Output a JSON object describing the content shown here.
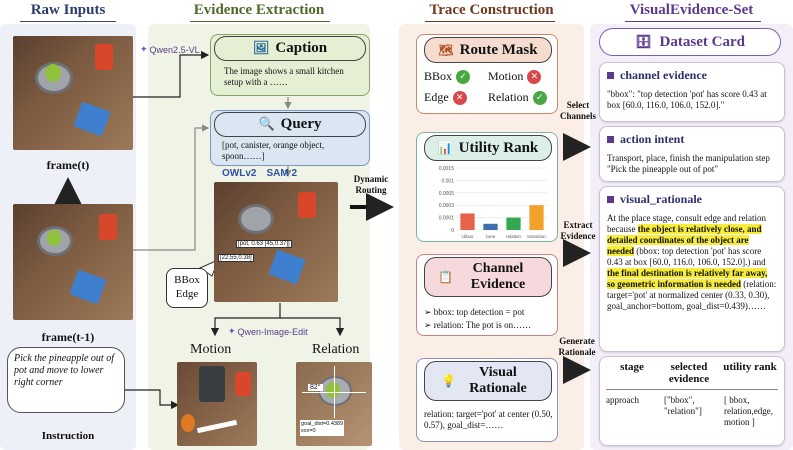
{
  "columns": {
    "raw": "Raw Inputs",
    "evidence": "Evidence Extraction",
    "trace": "Trace Construction",
    "visual": "VisualEvidence-Set"
  },
  "raw": {
    "frame_t": "frame(t)",
    "frame_t1": "frame(t-1)",
    "instruction_text": "Pick the pineapple out of pot and move to lower right corner",
    "instruction_label": "Instruction"
  },
  "evidence": {
    "qwen_vl": "Qwen2.5-VL",
    "caption_title": "Caption",
    "caption_text": "The image shows a small kitchen setup with a ……",
    "query_title": "Query",
    "query_text": "[pot, canister, orange object, spoon……]",
    "owl": "OWLv2",
    "sam": "SAM 2",
    "bbox_edge": "BBox Edge",
    "bbox_tag1": "[pot, 0.63 [45,0.37]]",
    "bbox_tag2": "[22,55,0.38]",
    "qwen_edit": "Qwen-Image-Edit",
    "motion": "Motion",
    "relation": "Relation",
    "angle": "82°",
    "goal": "goal_dist=0.4389",
    "goal2": "xxx=0"
  },
  "arrows": {
    "dynamic": "Dynamic Routing",
    "select": "Select Channels",
    "extract": "Extract Evidence",
    "generate": "Generate Rationale"
  },
  "trace": {
    "route_title": "Route Mask",
    "route_items": [
      {
        "label": "BBox",
        "state": "on"
      },
      {
        "label": "Motion",
        "state": "off"
      },
      {
        "label": "Edge",
        "state": "off"
      },
      {
        "label": "Relation",
        "state": "on"
      }
    ],
    "utility_title": "Utility Rank",
    "channel_title": "Channel Evidence",
    "channel_lines": [
      "bbox: top detection = pot",
      "relation: The pot is on……"
    ],
    "rationale_title": "Visual Rationale",
    "rationale_text": "relation: target='pot' at center (0.50, 0.57), goal_dist=……"
  },
  "chart_data": {
    "type": "bar",
    "categories": [
      "ckbox",
      "zone",
      "relation",
      "transition"
    ],
    "values": [
      0.0004,
      0.00015,
      0.0003,
      0.0006
    ],
    "colors": [
      "#e8614a",
      "#3e6fb0",
      "#33a852",
      "#f2a12a"
    ],
    "ylim": [
      0,
      0.0015
    ],
    "yticks": [
      "0.0015",
      "0.001",
      "0.0005",
      "0.0003",
      "0.0001",
      "0"
    ]
  },
  "visual": {
    "dataset_title": "Dataset Card",
    "channel_hdr": "channel evidence",
    "channel_text": "\"bbox\": \"top detection 'pot' has score 0.43 at box [60.0, 116.0, 106.0, 152.0].\"",
    "action_hdr": "action intent",
    "action_text": "Transport, place,  finish the manipulation step \"Pick the pineapple out of pot\"",
    "rationale_hdr": "visual_rationale",
    "r1": "At the place stage, consult edge and relation because ",
    "r2": "the object is relatively close, and detailed coordinates of the object are needed",
    "r3": " (bbox: top detection 'pot' has score 0.43 at box [60.0, 116.0, 106.0, 152.0].) and ",
    "r4": "the final destination is relatively far away, so geometric information is needed",
    "r5": " (relation: target='pot' at normalized center (0.33, 0.30), goal_anchor=bottom, goal_dist=0.439)……",
    "table_headers": [
      "stage",
      "selected evidence",
      "utility rank"
    ],
    "table_row": [
      "approach",
      "[\"bbox\", \"relation\"]",
      "[ bbox, relation,edge, motion ]"
    ]
  },
  "colors": {
    "raw_bg": "#eef0f8",
    "evidence_bg": "#eff4e6",
    "trace_bg": "#fbeee6",
    "visual_bg": "#f3eef7",
    "caption_fill": "#e4efd4",
    "query_fill": "#dbe6f3",
    "route_fill": "#f5dccf",
    "utility_fill": "#dcefe7",
    "channel_fill": "#f5d9dc",
    "rationale_fill": "#e3e7f3",
    "accent": "#5b3a8c"
  }
}
